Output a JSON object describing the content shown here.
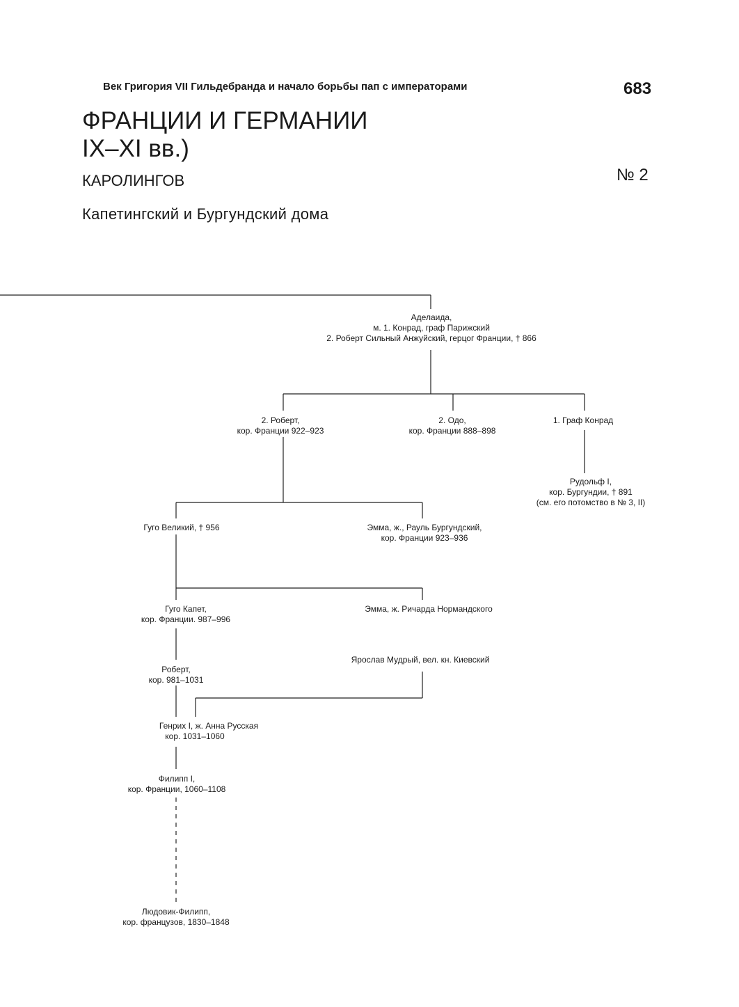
{
  "header": {
    "running_title": "Век Григория  VII Гильдебранда и начало борьбы пап с императорами",
    "page_number": "683"
  },
  "title": {
    "line1": "ФРАНЦИИ И ГЕРМАНИИ",
    "line2": "IX–XI вв.)",
    "subtitle": "КАРОЛИНГОВ",
    "table_no": "№ 2",
    "section": "Капетингский и Бургундский дома"
  },
  "tree": {
    "adelaida": [
      "Аделаида,",
      "м. 1. Конрад, граф Парижский",
      "2. Роберт Сильный Анжуйский, герцог Франции, † 866"
    ],
    "robert2": [
      "2. Роберт,",
      "кор. Франции 922–923"
    ],
    "odo": [
      "2. Одо,",
      "кор. Франции 888–898"
    ],
    "konrad": [
      "1. Граф Конрад"
    ],
    "rudolf": [
      "Рудольф I,",
      "кор. Бургундии, † 891",
      "(см. его потомство в № 3, II)"
    ],
    "hugo_great": [
      "Гуго  Великий,  †  956"
    ],
    "emma_raoul": [
      "Эмма, ж., Рауль Бургундский,",
      "кор. Франции 923–936"
    ],
    "hugo_capet": [
      "Гуго Капет,",
      "кор. Франции.  987–996"
    ],
    "emma_richard": [
      "Эмма, ж. Ричарда Нормандского"
    ],
    "robert_king": [
      "Роберт,",
      "кор. 981–1031"
    ],
    "yaroslav": [
      "Ярослав Мудрый, вел. кн. Киевский"
    ],
    "henry": [
      "Генрих I, ж.  Анна Русская",
      "кор. 1031–1060"
    ],
    "philip": [
      "Филипп I,",
      "кор. Франции, 1060–1108"
    ],
    "louis_philippe": [
      "Людовик-Филипп,",
      "кор. французов, 1830–1848"
    ]
  }
}
